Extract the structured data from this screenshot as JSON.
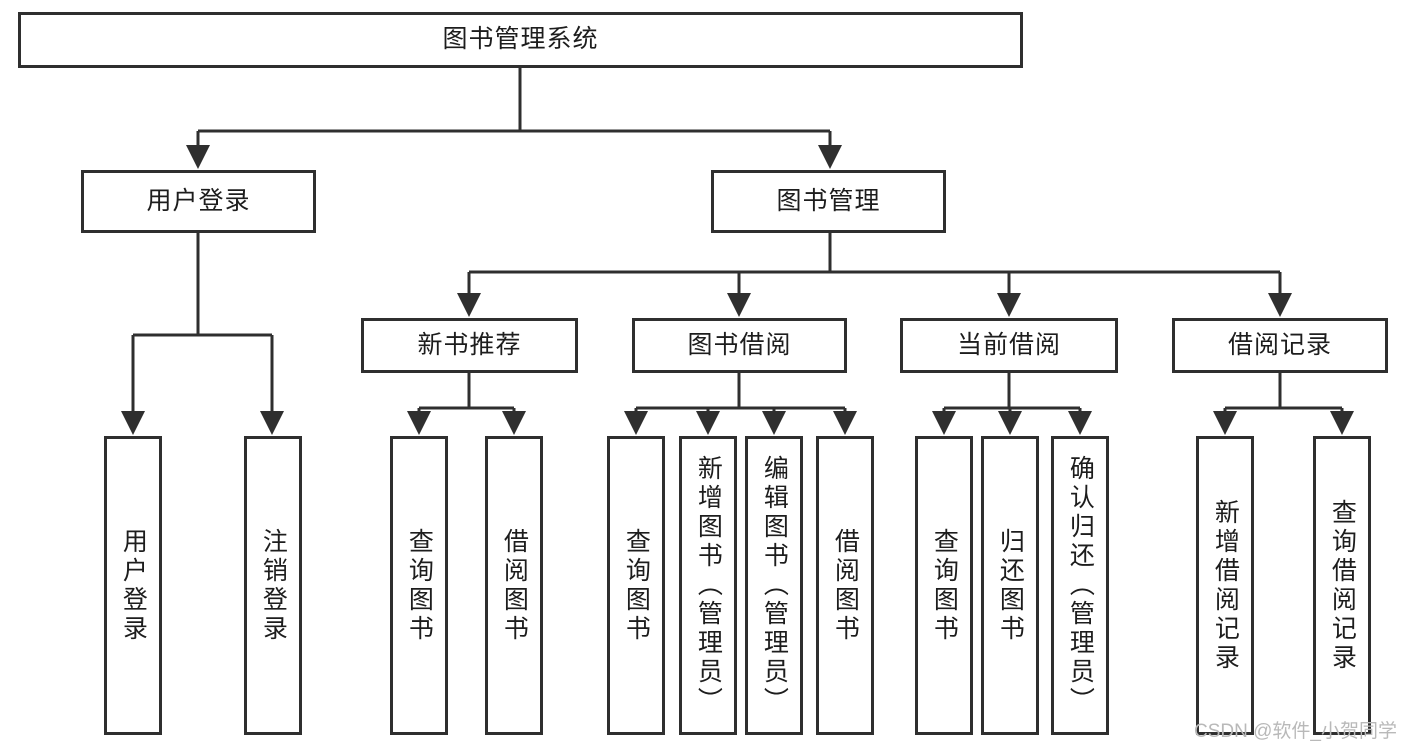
{
  "diagram": {
    "type": "tree",
    "title": "图书管理系统",
    "orientation": "top-down",
    "colors": {
      "background": "#ffffff",
      "node_border": "#2f2f2f",
      "node_fill": "#ffffff",
      "edge": "#2f2f2f",
      "text": "#1d1d1d",
      "watermark": "#b9b9b9"
    },
    "nodes": {
      "root": {
        "label": "图书管理系统",
        "level": 0,
        "text_direction": "horizontal"
      },
      "l1": [
        {
          "label": "用户登录",
          "level": 1,
          "text_direction": "horizontal"
        },
        {
          "label": "图书管理",
          "level": 1,
          "text_direction": "horizontal"
        }
      ],
      "l2": [
        {
          "label": "新书推荐",
          "level": 2,
          "text_direction": "horizontal"
        },
        {
          "label": "图书借阅",
          "level": 2,
          "text_direction": "horizontal"
        },
        {
          "label": "当前借阅",
          "level": 2,
          "text_direction": "horizontal"
        },
        {
          "label": "借阅记录",
          "level": 2,
          "text_direction": "horizontal"
        }
      ],
      "leaves": {
        "user_login": [
          {
            "label": "用户登录",
            "text_direction": "vertical"
          },
          {
            "label": "注销登录",
            "text_direction": "vertical"
          }
        ],
        "new_book": [
          {
            "label": "查询图书",
            "text_direction": "vertical"
          },
          {
            "label": "借阅图书",
            "text_direction": "vertical"
          }
        ],
        "borrow_book": [
          {
            "label": "查询图书",
            "text_direction": "vertical"
          },
          {
            "label": "新增图书（管理员）",
            "text_direction": "vertical"
          },
          {
            "label": "编辑图书（管理员）",
            "text_direction": "vertical"
          },
          {
            "label": "借阅图书",
            "text_direction": "vertical"
          }
        ],
        "current_borrow": [
          {
            "label": "查询图书",
            "text_direction": "vertical"
          },
          {
            "label": "归还图书",
            "text_direction": "vertical"
          },
          {
            "label": "确认归还（管理员）",
            "text_direction": "vertical"
          }
        ],
        "borrow_record": [
          {
            "label": "新增借阅记录",
            "text_direction": "vertical"
          },
          {
            "label": "查询借阅记录",
            "text_direction": "vertical"
          }
        ]
      }
    },
    "edges": [
      {
        "from": "图书管理系统",
        "to": "用户登录"
      },
      {
        "from": "图书管理系统",
        "to": "图书管理"
      },
      {
        "from": "用户登录",
        "to": "用户登录"
      },
      {
        "from": "用户登录",
        "to": "注销登录"
      },
      {
        "from": "图书管理",
        "to": "新书推荐"
      },
      {
        "from": "图书管理",
        "to": "图书借阅"
      },
      {
        "from": "图书管理",
        "to": "当前借阅"
      },
      {
        "from": "图书管理",
        "to": "借阅记录"
      },
      {
        "from": "新书推荐",
        "to": "查询图书"
      },
      {
        "from": "新书推荐",
        "to": "借阅图书"
      },
      {
        "from": "图书借阅",
        "to": "查询图书"
      },
      {
        "from": "图书借阅",
        "to": "新增图书（管理员）"
      },
      {
        "from": "图书借阅",
        "to": "编辑图书（管理员）"
      },
      {
        "from": "图书借阅",
        "to": "借阅图书"
      },
      {
        "from": "当前借阅",
        "to": "查询图书"
      },
      {
        "from": "当前借阅",
        "to": "归还图书"
      },
      {
        "from": "当前借阅",
        "to": "确认归还（管理员）"
      },
      {
        "from": "借阅记录",
        "to": "新增借阅记录"
      },
      {
        "from": "借阅记录",
        "to": "查询借阅记录"
      }
    ]
  },
  "watermark": {
    "text": "CSDN @软件_小贺同学"
  }
}
